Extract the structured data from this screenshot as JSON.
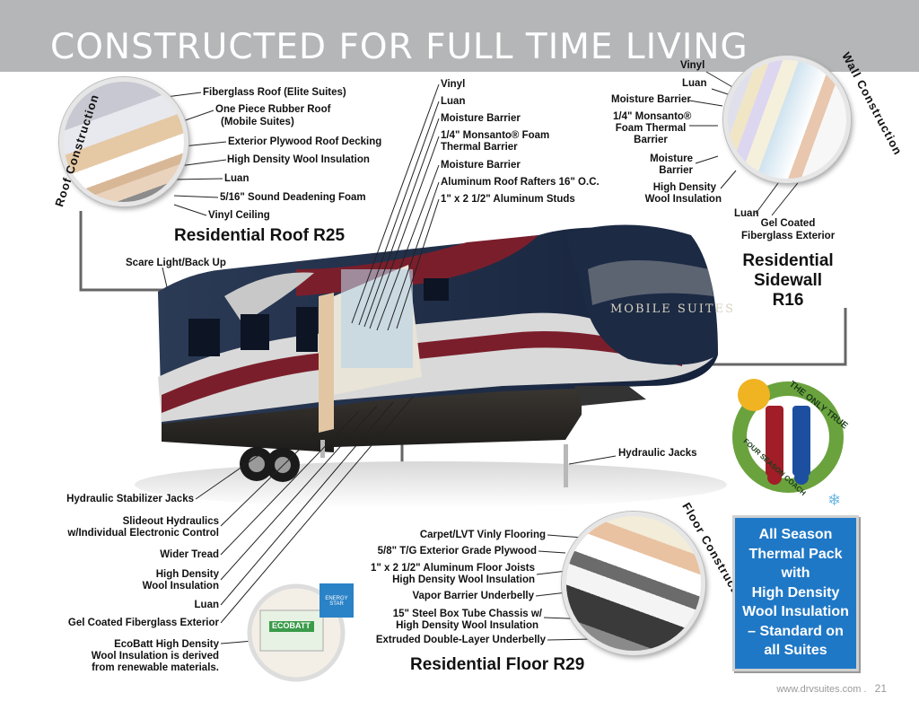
{
  "title": "CONSTRUCTED FOR FULL TIME LIVING",
  "roof": {
    "arc_label": "Roof Construction",
    "layers": [
      "Fiberglass Roof (Elite Suites)",
      "One Piece Rubber Roof",
      "(Mobile Suites)",
      "Exterior Plywood Roof Decking",
      "High Density Wool Insulation",
      "Luan",
      "5/16\" Sound Deadening Foam",
      "Vinyl Ceiling"
    ],
    "rating": "Residential Roof R25"
  },
  "middle_column": [
    "Vinyl",
    "Luan",
    "Moisture Barrier",
    "1/4\" Monsanto® Foam",
    "Thermal Barrier",
    "Moisture Barrier",
    "Aluminum Roof Rafters 16\" O.C.",
    "1\" x 2 1/2\" Aluminum Studs"
  ],
  "wall": {
    "arc_label": "Wall Construction",
    "layers": [
      "Vinyl",
      "Luan",
      "Moisture Barrier",
      "1/4\" Monsanto®",
      "Foam Thermal",
      "Barrier",
      "Moisture",
      "Barrier",
      "High Density",
      "Wool Insulation",
      "Luan",
      "Gel Coated",
      "Fiberglass Exterior"
    ],
    "rating_lines": [
      "Residential",
      "Sidewall",
      "R16"
    ]
  },
  "coach": {
    "brand_text": "MOBILE SUITES",
    "scare_light": "Scare Light/Back Up",
    "hydraulic_jacks": "Hydraulic Jacks"
  },
  "left_labels": [
    "Hydraulic Stabilizer Jacks",
    "Slideout Hydraulics",
    "w/Individual Electronic Control",
    "Wider Tread",
    "High Density",
    "Wool Insulation",
    "Luan",
    "Gel Coated Fiberglass Exterior",
    "EcoBatt High Density",
    "Wool Insulation is derived",
    "from renewable materials."
  ],
  "ecobatt": {
    "brand": "ECOBATT",
    "badge": "ENERGY STAR"
  },
  "floor": {
    "arc_label": "Floor Construction",
    "layers": [
      "Carpet/LVT Vinly Flooring",
      "5/8\" T/G Exterior Grade Plywood",
      "1\" x 2 1/2\" Aluminum Floor Joists",
      "High Density Wool Insulation",
      "Vapor Barrier Underbelly",
      "15\" Steel Box Tube Chassis w/",
      "High Density Wool Insulation",
      "Extruded Double-Layer Underbelly"
    ],
    "rating": "Residential Floor R29"
  },
  "badge": {
    "top_text": "THE ONLY TRUE",
    "bottom_text": "FOUR SEASON COACH"
  },
  "callout_lines": [
    "All Season",
    "Thermal Pack",
    "with",
    "High Density",
    "Wool Insulation",
    "– Standard on",
    "all Suites"
  ],
  "footer": {
    "url": "www.drvsuites.com",
    "sep": ".",
    "page": "21"
  },
  "colors": {
    "banner": "#b5b6b8",
    "callout": "#1f78c6",
    "coach_navy": "#1a2a45",
    "coach_burgundy": "#7b1e2b"
  }
}
